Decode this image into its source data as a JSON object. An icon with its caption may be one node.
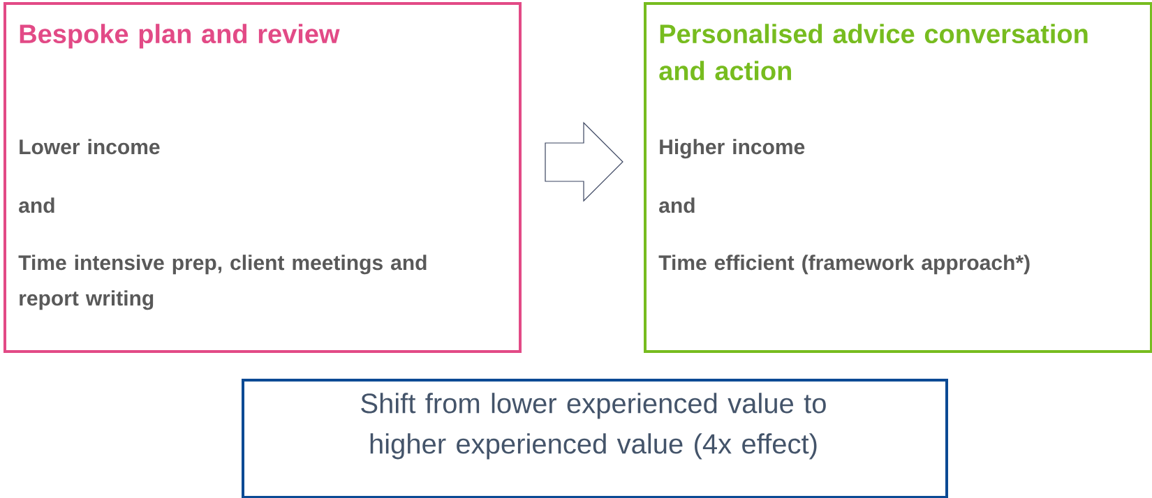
{
  "diagram": {
    "nodes": [
      {
        "text": [
          "Bespoke plan and review",
          "Lower income",
          "and",
          "Time intensive prep, client meetings and report writing"
        ]
      },
      {
        "text": [
          "Personalised advice conversation and action",
          "Higher income",
          "and",
          "Time efficient (framework approach*)"
        ]
      },
      {
        "text": [
          "Shift from lower experienced value to higher experienced value (4x effect)"
        ]
      }
    ],
    "edges": [
      {
        "from": 0,
        "to": 1,
        "arrow": "to"
      }
    ]
  }
}
